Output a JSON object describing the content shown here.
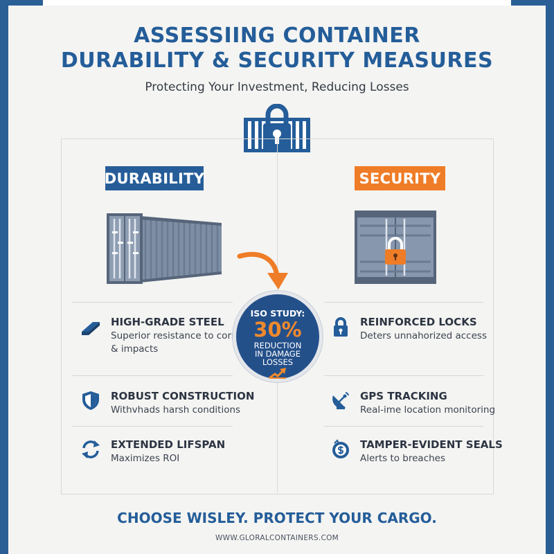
{
  "header": {
    "title_line1": "ASSESSIING CONTAINER",
    "title_line2": "DURABILITY & SECURITY MEASURES",
    "subtitle": "Protecting Your Investment, Reducing Losses",
    "icon": "container-padlock-icon"
  },
  "durability": {
    "heading": "DURABILITY",
    "image": "shipping-container-icon",
    "features": [
      {
        "icon": "steel-beam-icon",
        "title": "HIGH-GRADE STEEL",
        "desc_lines": [
          "Superior resistance to corrosion",
          "& impacts"
        ]
      },
      {
        "icon": "shield-icon",
        "title": "ROBUST CONSTRUCTION",
        "desc_lines": [
          "Withvhads harsh conditions"
        ]
      },
      {
        "icon": "refresh-icon",
        "title": "EXTENDED LIFSPAN",
        "desc_lines": [
          "Maximizes ROI"
        ]
      }
    ]
  },
  "security": {
    "heading": "SECURITY",
    "image": "locked-container-icon",
    "features": [
      {
        "icon": "padlock-icon",
        "title": "REINFORCED LOCKS",
        "desc_lines": [
          "Deters unnahorized access"
        ]
      },
      {
        "icon": "satellite-dish-icon",
        "title": "GPS TRACKING",
        "desc_lines": [
          "Real-ime location monitoring"
        ]
      },
      {
        "icon": "seal-dollar-icon",
        "title": "TAMPER-EVIDENT SEALS",
        "desc_lines": [
          "Alerts to breaches"
        ]
      }
    ]
  },
  "badge": {
    "label": "ISO STUDY:",
    "value": "30%",
    "text_lines": [
      "REDUCTION",
      "IN DAMAGE",
      "LOSSES"
    ],
    "icon": "trend-up-icon"
  },
  "footer": {
    "tagline": "CHOOSE WISLEY. PROTECT YOUR CARGO.",
    "website": "WWW.GLORALCONTAINERS.COM"
  },
  "colors": {
    "primary_blue": "#245d99",
    "accent_orange": "#ef7c26",
    "badge_blue": "#24508a",
    "background": "#f4f4f2"
  }
}
